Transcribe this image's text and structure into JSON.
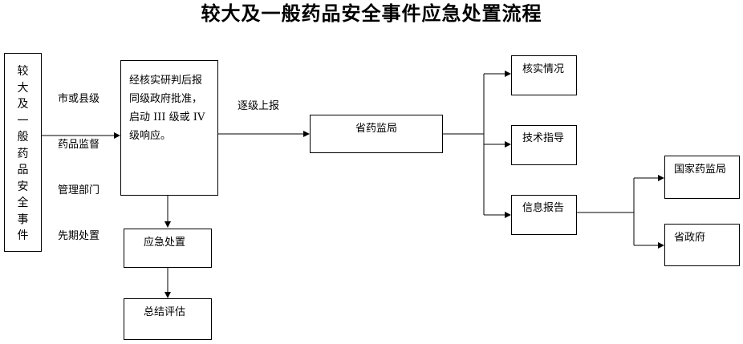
{
  "title": "较大及一般药品安全事件应急处置流程",
  "event_box": {
    "chars": [
      "较",
      "大",
      "及",
      "一",
      "般",
      "药",
      "品",
      "安",
      "全",
      "事",
      "件"
    ]
  },
  "left_label": {
    "lines": [
      "市或县级",
      "药品监督",
      "管理部门",
      "先期处置"
    ]
  },
  "review_box": {
    "lines": [
      "经核实研判后报",
      "同级政府批准，",
      "启动 III 级或 IV",
      "级响应。"
    ]
  },
  "escalate_label": "逐级上报",
  "provincial_box": "省药监局",
  "emergency_box": "应急处置",
  "summary_box": "总结评估",
  "verify_box": "核实情况",
  "tech_box": "技术指导",
  "info_box": "信息报告",
  "national_box": "国家药监局",
  "province_gov_box": "省政府"
}
